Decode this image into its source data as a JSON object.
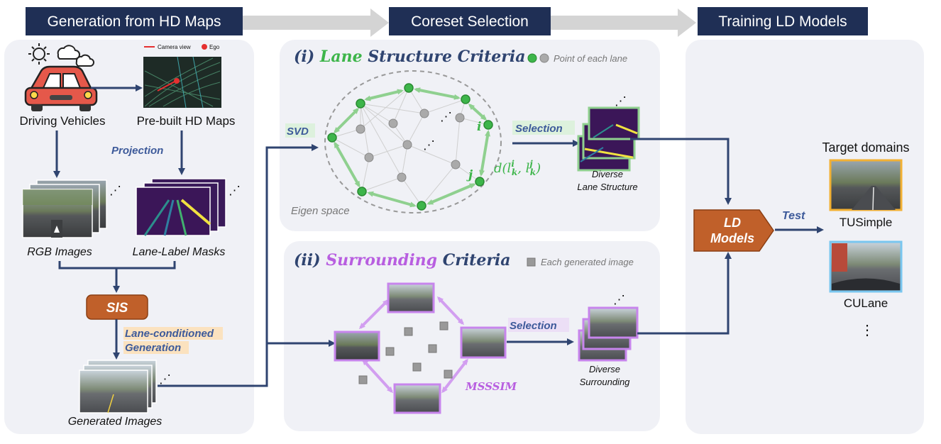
{
  "headers": {
    "generation": "Generation from HD Maps",
    "coreset": "Coreset Selection",
    "training": "Training LD Models"
  },
  "generation_panel": {
    "driving_vehicles": "Driving Vehicles",
    "hd_maps": "Pre-built HD Maps",
    "map_legend_camera": "Camera view",
    "map_legend_ego": "Ego",
    "projection": "Projection",
    "rgb_images": "RGB Images",
    "lane_masks": "Lane-Label Masks",
    "sis": "SIS",
    "lane_conditioned_1": "Lane-conditioned",
    "lane_conditioned_2": "Generation",
    "generated_images": "Generated Images"
  },
  "lane_criteria": {
    "prefix": "(i) ",
    "highlight": "Lane",
    "suffix": " Structure Criteria",
    "legend": "Point of each lane",
    "svd": "SVD",
    "eigen_space": "Eigen space",
    "node_i": "i",
    "node_j": "j",
    "distance": "d(l",
    "sub_k": "k",
    "sup_i": "i",
    "sup_j": "j",
    "comma": ", l",
    "paren": ")",
    "selection": "Selection",
    "diverse_1": "Diverse",
    "diverse_2": "Lane Structure"
  },
  "surrounding_criteria": {
    "prefix": "(ii) ",
    "highlight": "Surrounding",
    "suffix": " Criteria",
    "legend": "Each generated image",
    "msssim": "MSSSIM",
    "selection": "Selection",
    "diverse_1": "Diverse",
    "diverse_2": "Surrounding"
  },
  "training_panel": {
    "ld_1": "LD",
    "ld_2": "Models",
    "test": "Test",
    "target_domains": "Target domains",
    "tusimple": "TUSimple",
    "culane": "CULane",
    "more": "⋮"
  },
  "ellipsis": "⋰",
  "colors": {
    "header_bg": "#1f2f55",
    "arrow": "#2f4470",
    "panel_bg": "#f0f1f6",
    "lane_green": "#3db54a",
    "surround_purple": "#b85ee0",
    "sis_orange": "#c0602a",
    "tusimple_border": "#f2b134",
    "culane_border": "#79c6ef"
  }
}
